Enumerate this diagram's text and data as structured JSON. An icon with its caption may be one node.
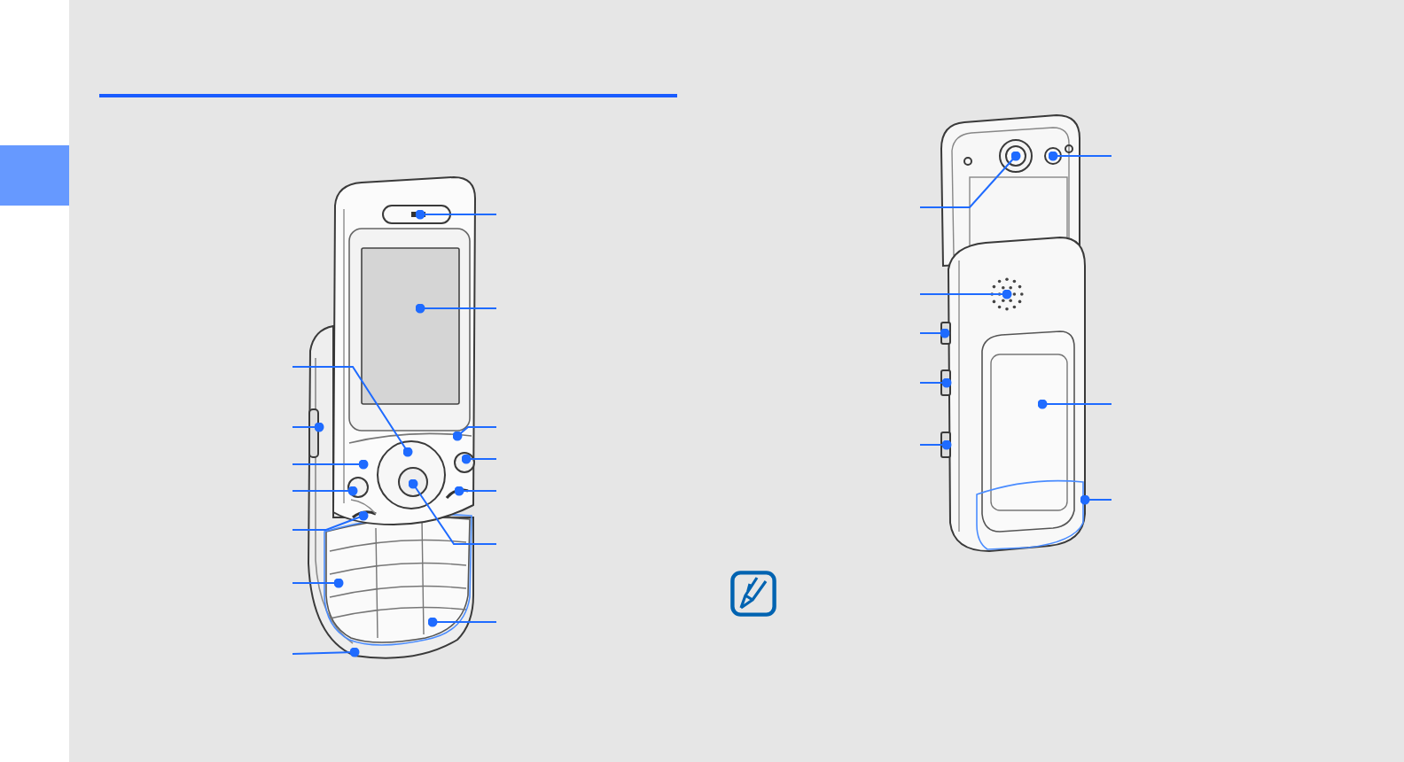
{
  "diagram": {
    "nodes": [
      {
        "text": [],
        "shape": "picture"
      },
      {
        "text": [],
        "shape": "picture"
      }
    ],
    "edges": [
      {
        "from": null,
        "to": 0,
        "arrow": "other"
      },
      {
        "from": null,
        "to": 0,
        "arrow": "other"
      },
      {
        "from": null,
        "to": 0,
        "arrow": "other"
      },
      {
        "from": null,
        "to": 0,
        "arrow": "other"
      },
      {
        "from": null,
        "to": 0,
        "arrow": "other"
      },
      {
        "from": null,
        "to": 0,
        "arrow": "other"
      },
      {
        "from": null,
        "to": 0,
        "arrow": "other"
      },
      {
        "from": null,
        "to": 0,
        "arrow": "other"
      },
      {
        "from": null,
        "to": 0,
        "arrow": "other"
      },
      {
        "from": null,
        "to": 0,
        "arrow": "other"
      },
      {
        "from": null,
        "to": 0,
        "arrow": "other"
      },
      {
        "from": null,
        "to": 0,
        "arrow": "other"
      },
      {
        "from": null,
        "to": 0,
        "arrow": "other"
      },
      {
        "from": null,
        "to": 0,
        "arrow": "other"
      },
      {
        "from": null,
        "to": 1,
        "arrow": "other"
      },
      {
        "from": null,
        "to": 1,
        "arrow": "other"
      },
      {
        "from": null,
        "to": 1,
        "arrow": "other"
      },
      {
        "from": null,
        "to": 1,
        "arrow": "other"
      },
      {
        "from": null,
        "to": 1,
        "arrow": "other"
      },
      {
        "from": null,
        "to": 1,
        "arrow": "other"
      },
      {
        "from": null,
        "to": 1,
        "arrow": "other"
      },
      {
        "from": null,
        "to": 1,
        "arrow": "other"
      }
    ]
  }
}
